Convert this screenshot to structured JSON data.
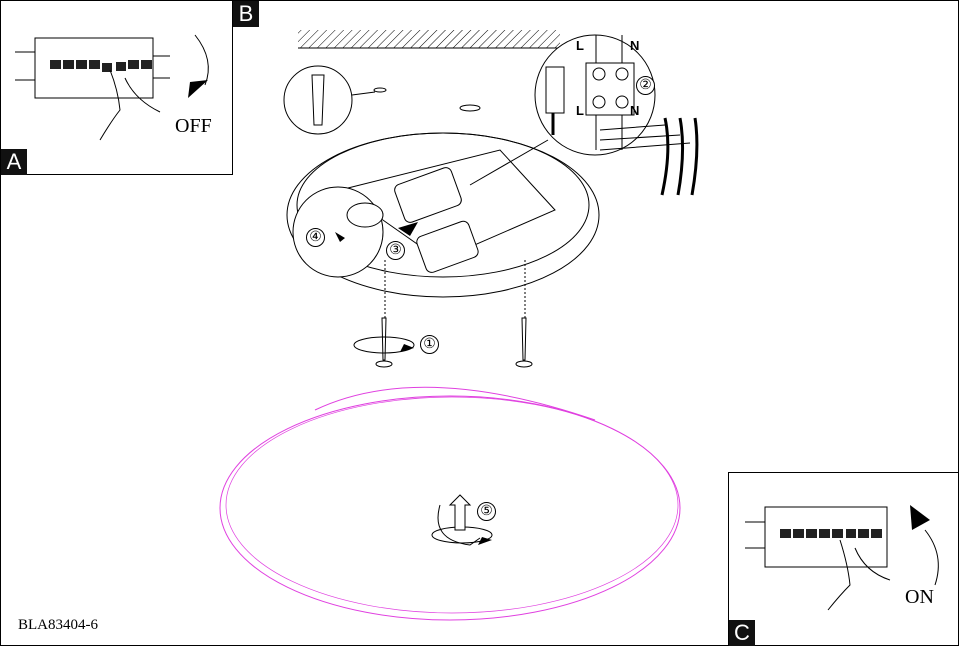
{
  "panels": {
    "a": {
      "label": "A",
      "action": "OFF"
    },
    "b": {
      "label": "B"
    },
    "c": {
      "label": "C",
      "action": "ON"
    }
  },
  "steps": [
    "①",
    "②",
    "③",
    "④",
    "⑤"
  ],
  "terminal": {
    "live": "L",
    "neutral": "N"
  },
  "model_code": "BLA83404-6",
  "colors": {
    "line": "#000000",
    "glass": "#e040e0"
  }
}
